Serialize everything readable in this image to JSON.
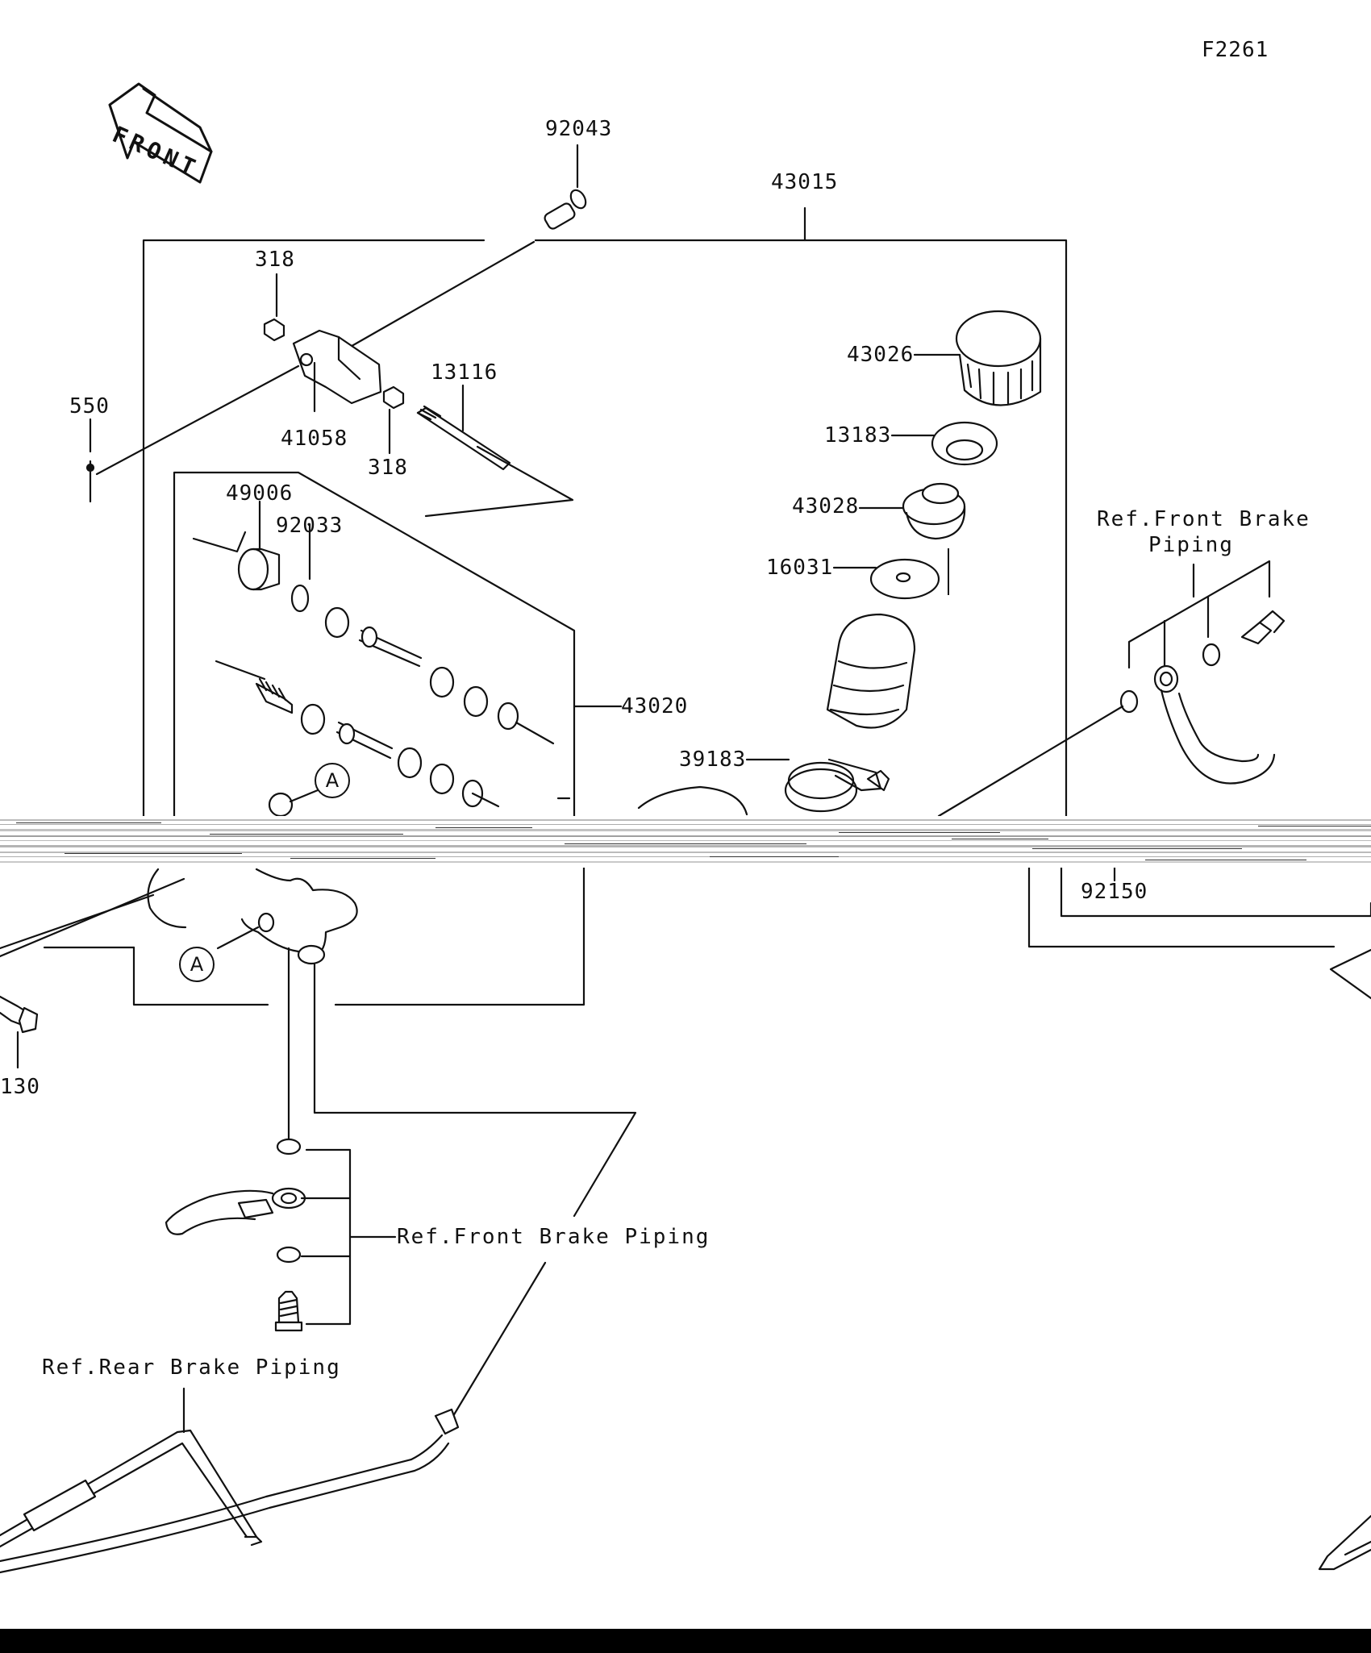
{
  "diagram": {
    "figure_code": "F2261",
    "direction_label": "FRONT",
    "part_numbers": {
      "p92043": "92043",
      "p43015": "43015",
      "p318_top": "318",
      "p318_mid": "318",
      "p13116": "13116",
      "p550": "550",
      "p41058": "41058",
      "p49006": "49006",
      "p92033": "92033",
      "p43026": "43026",
      "p13183": "13183",
      "p43028": "43028",
      "p16031": "16031",
      "p43020": "43020",
      "p39183": "39183",
      "p92150": "92150",
      "p130": "130"
    },
    "reference_labels": {
      "front_brake_right_line1": "Ref.Front Brake",
      "front_brake_right_line2": "Piping",
      "front_brake_bottom": "Ref.Front Brake Piping",
      "rear_brake": "Ref.Rear Brake Piping"
    },
    "callouts": {
      "a_upper": "A",
      "a_lower": "A"
    },
    "colors": {
      "line": "#111111",
      "background": "#ffffff",
      "footer": "#000000"
    }
  }
}
